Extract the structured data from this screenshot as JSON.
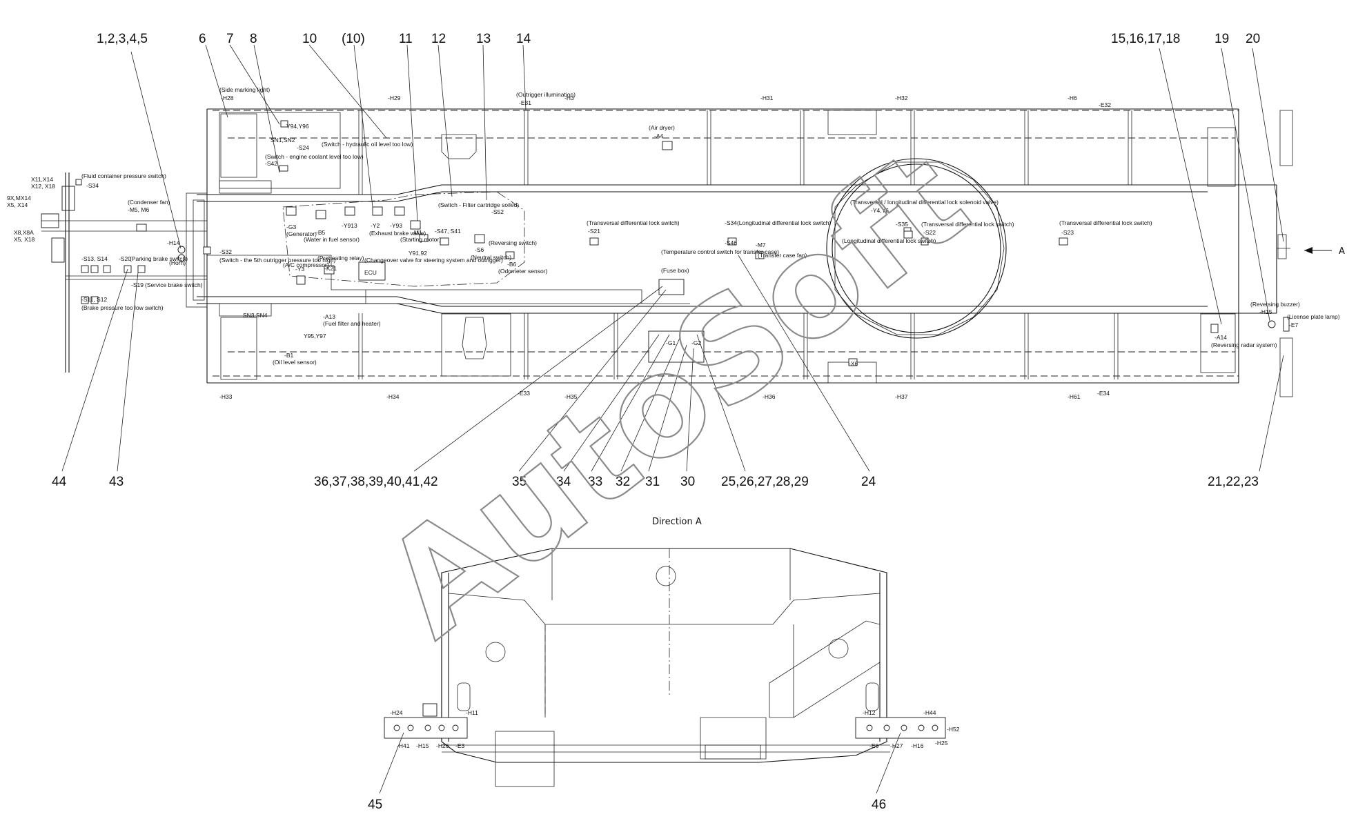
{
  "watermark": "AutoSoft",
  "direction_arrow_label": "A",
  "direction_view_title": "Direction A",
  "callouts_top": [
    "1,2,3,4,5",
    "6",
    "7",
    "8",
    "10",
    "(10)",
    "11",
    "12",
    "13",
    "14",
    "15,16,17,18",
    "19",
    "20"
  ],
  "callouts_bottom": [
    "44",
    "43",
    "36,37,38,39,40,41,42",
    "35",
    "34",
    "33",
    "32",
    "31",
    "30",
    "25,26,27,28,29",
    "24",
    "21,22,23"
  ],
  "callouts_view": [
    "45",
    "46"
  ],
  "connectors_left": [
    "X11,X14",
    "X12, X18",
    "9X,MX14",
    "X5, X14",
    "X8,X8A",
    "X5, X18"
  ],
  "labels": {
    "side_marking": "(Side marking light)",
    "h28": "-H28",
    "h29": "-H29",
    "h31": "-H31",
    "h32": "-H32",
    "h6": "-H6",
    "h3": "-H3",
    "e31": "-E31",
    "e32": "-E32",
    "outrigger_illum": "(Outrigger illumination)",
    "air_dryer": "(Air dryer)",
    "a4": "-A4",
    "y94": "Y94,Y96",
    "sn1": "SN1,SN2",
    "s24": "-S24",
    "hyd_oil": "(Switch - hydraulic oil level too low)",
    "coolant": "(Switch - engine coolant level too low)",
    "s42": "-S42",
    "fluid_container": "(Fluid container pressure switch)",
    "s34_left": "-S34",
    "condenser": "(Condenser fan)",
    "m5": "-M5, M6",
    "g3": "-G3",
    "generator": "(Generator)",
    "b5": "-B5",
    "water_fuel": "(Water in fuel sensor)",
    "y913": "-Y913",
    "y2": "-Y2",
    "y93": "-Y93",
    "exhaust": "(Exhaust brake valve)",
    "m1": "-M1",
    "starting_motor": "(Starting motor)",
    "filter_cartridge": "(Switch - Filter cartridge soiled)",
    "s47": "-S47, S41",
    "s52": "-S52",
    "reversing_switch": "(Reversing switch)",
    "s6": "-S6",
    "neutral_switch": "(Neutral switch)",
    "b6": "-B6",
    "odometer": "(Odometer sensor)",
    "y9192": "Y91,92",
    "changeover": "(Changeover valve for steering system and outrigger)",
    "ecu": "ECU",
    "h14": "-H14",
    "horn": "(Horn)",
    "s32": "-S32",
    "outrigger_pressure": "(Switch - the 5th outrigger pressure too high)",
    "ac_compressor": "(A/C compressor)",
    "y3": "-Y3",
    "preheating": "(Preheating relay)",
    "k21": "-K21",
    "s13": "-S13, S14",
    "s20": "-S20",
    "parking": "(Parking brake switch)",
    "s19": "-S19",
    "service_brake": "(Service brake switch)",
    "s11": "-S11, S12",
    "brake_pressure": "(Brake pressure too low switch)",
    "a13": "-A13",
    "fuel_filter": "(Fuel filter and heater)",
    "sn3": "SN3,SN4",
    "y95": "Y95,Y97",
    "b1": "-B1",
    "oil_level": "(Oil level sensor)",
    "h33": "-H33",
    "h34": "-H34",
    "h35": "-H35",
    "h36": "-H36",
    "h37": "-H37",
    "h61": "-H61",
    "e33": "-E33",
    "e34": "-E34",
    "s21": "-S21",
    "trans_diff_lock": "(Transversal differential lock switch)",
    "fuse_box": "(Fuse box)",
    "g1": "-G1",
    "g2": "-G2",
    "s46": "-S46",
    "temp_control": "(Temperature control switch for transfer case)",
    "s34_long": "-S34(Longitudinal differential lock switch)",
    "m7": "-M7",
    "transfer_fan": "(Transfer case fan)",
    "y4": "-Y4,Y6",
    "trans_long_valve": "(Transversal / longitudinal differential lock solenoid valve)",
    "s35": "-S35",
    "long_diff": "(Longitudinal differential lock switch)",
    "s22": "-S22",
    "trans_diff2": "(Transversal differential lock switch)",
    "s23": "-S23",
    "trans_diff3": "(Transversal differential lock switch)",
    "x6": "-X6",
    "reversing_buzzer": "(Reversing buzzer)",
    "h15": "-H15",
    "a14": "-A14",
    "reversing_radar": "(Reversing radar system)",
    "license": "(License plate lamp)",
    "e7": "-E7",
    "h24": "-H24",
    "h11": "-H11",
    "h41": "-H41",
    "h15b": "-H15",
    "h26": "-H26",
    "e3": "-E3",
    "h12": "-H12",
    "h44": "-H44",
    "h52": "-H52",
    "e6": "-E6",
    "h27": "-H27",
    "h16": "-H16",
    "h25": "-H25"
  }
}
